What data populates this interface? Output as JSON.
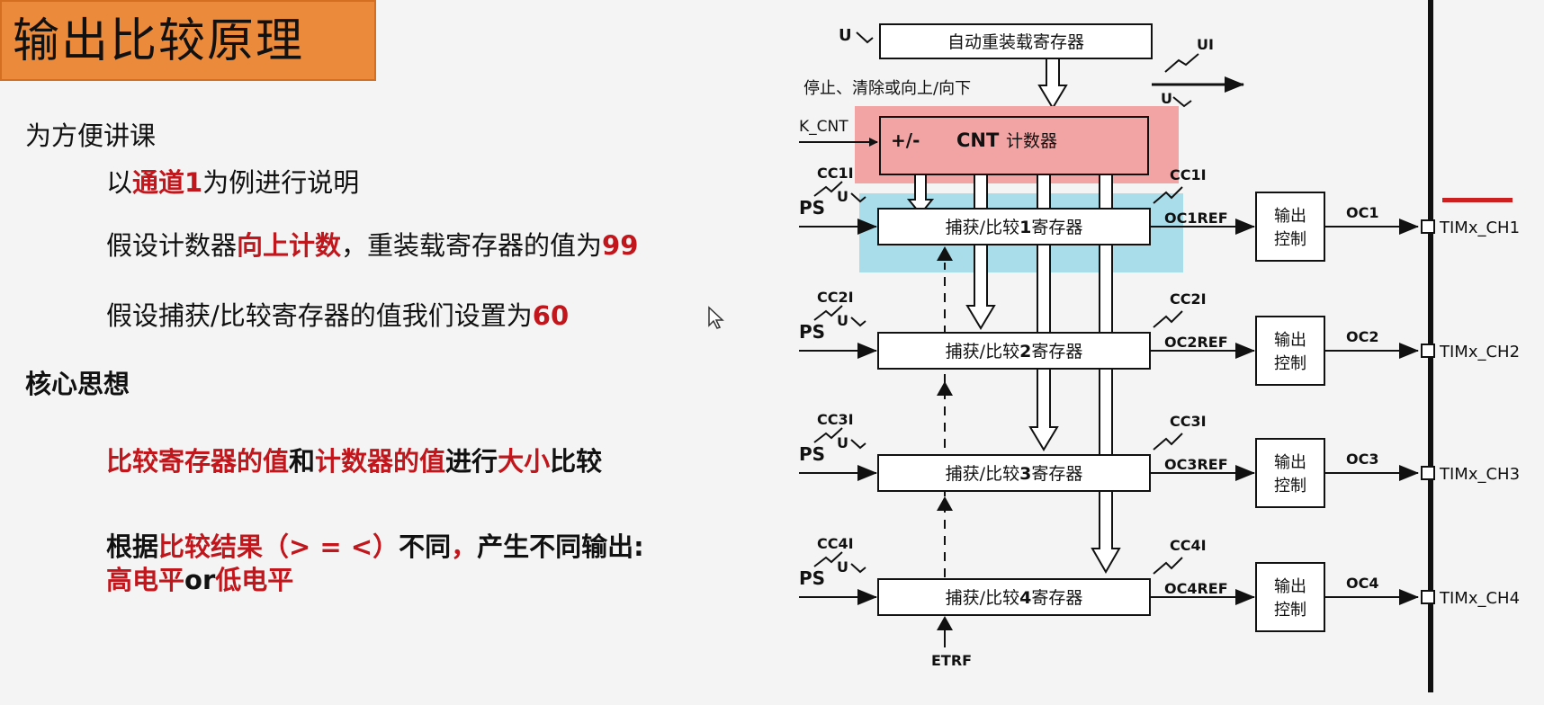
{
  "slide": {
    "title": "输出比较原理",
    "line1": "为方便讲课",
    "line2": {
      "a": "以",
      "b": "通道1",
      "c": "为例进行说明"
    },
    "line3": {
      "a": "假设计数器",
      "b": "向上计数",
      "c": "，重装载寄存器的值为",
      "d": "99"
    },
    "line4": {
      "a": "假设捕获/比较寄存器的值我们设置为",
      "b": "60"
    },
    "heading": "核心思想",
    "line5": {
      "a": "比较寄存器的值",
      "b": "和",
      "c": "计数器的值",
      "d": "进行",
      "e": "大小",
      "f": "比较"
    },
    "line6": {
      "a": "根据",
      "b": "比较结果（> = <）",
      "c": "不同",
      "d": "，",
      "e": "产生不同输出:"
    },
    "line7": {
      "a": "高电平",
      "b": "or",
      "c": "低电平"
    }
  },
  "diagram": {
    "arr_label": "自动重装载寄存器",
    "u_label": "U",
    "ui_label": "UI",
    "ctrl_label": "停止、清除或向上/向下",
    "ck_label": "K_CNT",
    "pm_label": "+/-",
    "cnt_a": "CNT",
    "cnt_b": "计数器",
    "ps_label": "PS",
    "etrf_label": "ETRF",
    "out_ctrl": [
      "输出",
      "控制"
    ],
    "channels": [
      {
        "cc": "CC1I",
        "reg_a": "捕获/比较",
        "reg_n": "1",
        "reg_b": "寄存器",
        "ref": "OC1REF",
        "oc": "OC1",
        "pin": "TIMx_CH1"
      },
      {
        "cc": "CC2I",
        "reg_a": "捕获/比较",
        "reg_n": "2",
        "reg_b": "寄存器",
        "ref": "OC2REF",
        "oc": "OC2",
        "pin": "TIMx_CH2"
      },
      {
        "cc": "CC3I",
        "reg_a": "捕获/比较",
        "reg_n": "3",
        "reg_b": "寄存器",
        "ref": "OC3REF",
        "oc": "OC3",
        "pin": "TIMx_CH3"
      },
      {
        "cc": "CC4I",
        "reg_a": "捕获/比较",
        "reg_n": "4",
        "reg_b": "寄存器",
        "ref": "OC4REF",
        "oc": "OC4",
        "pin": "TIMx_CH4"
      }
    ],
    "colors": {
      "cnt_highlight": "#f2a3a3",
      "ccr1_highlight": "#a9ddea",
      "pin_mark": "#cc1f1f",
      "title_bg": "#ec8a3c",
      "emphasis": "#c0161c"
    }
  }
}
